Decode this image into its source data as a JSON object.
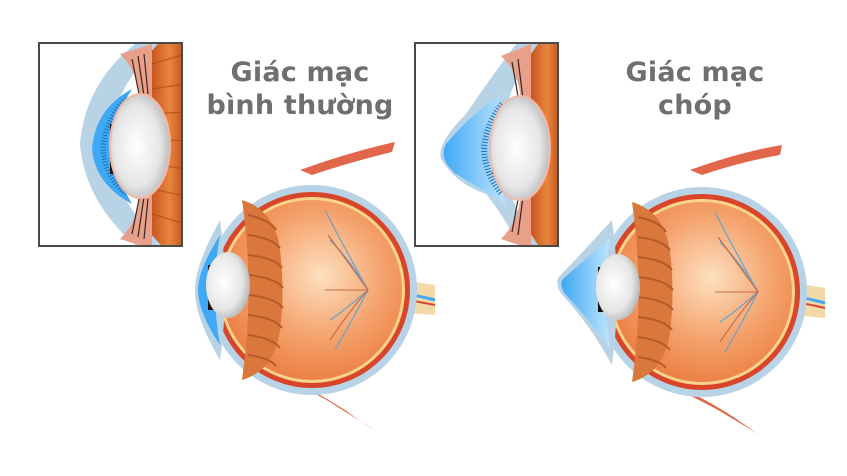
{
  "diagram": {
    "panels": [
      {
        "id": "normal",
        "label_line1": "Giác mạc",
        "label_line2": "bình thường",
        "cornea_shape": "normal-round"
      },
      {
        "id": "keratoconus",
        "label_line1": "Giác mạc",
        "label_line2": "chóp",
        "cornea_shape": "cone-shaped"
      }
    ],
    "colors": {
      "label_text": "#6f6f6f",
      "inset_border": "#4a4a4a",
      "cornea_blue": "#3fa9f5",
      "sclera": "#b9d3e6",
      "eyeball_orange": "#f4a06a",
      "choroid_red": "#d8452b",
      "lens": "#e8e8e8",
      "muscle": "#e2674a"
    }
  }
}
